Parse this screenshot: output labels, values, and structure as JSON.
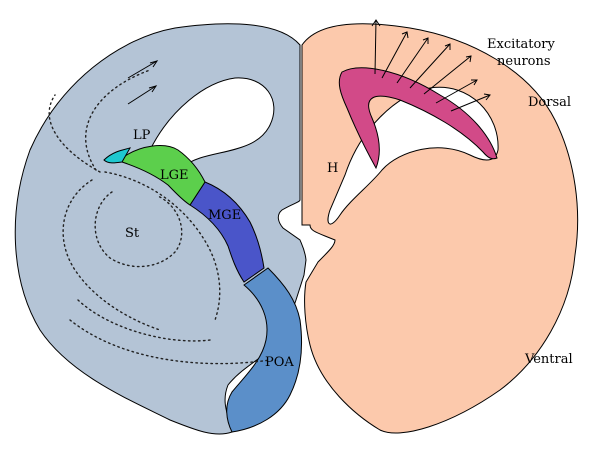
{
  "labels": {
    "lp": "LP",
    "lge": "LGE",
    "mge": "MGE",
    "st": "St",
    "poa": "POA",
    "h": "H",
    "excitatory_line1": "Excitatory",
    "excitatory_line2": "neurons",
    "dorsal": "Dorsal",
    "ventral": "Ventral"
  },
  "colors": {
    "left_hemisphere": "#b4c4d6",
    "right_hemisphere": "#fcc9ac",
    "lp": "#1fc8cf",
    "lge": "#5ccf4c",
    "mge": "#4a55c9",
    "poa": "#5b8fc9",
    "cortex_band": "#d24a88"
  }
}
